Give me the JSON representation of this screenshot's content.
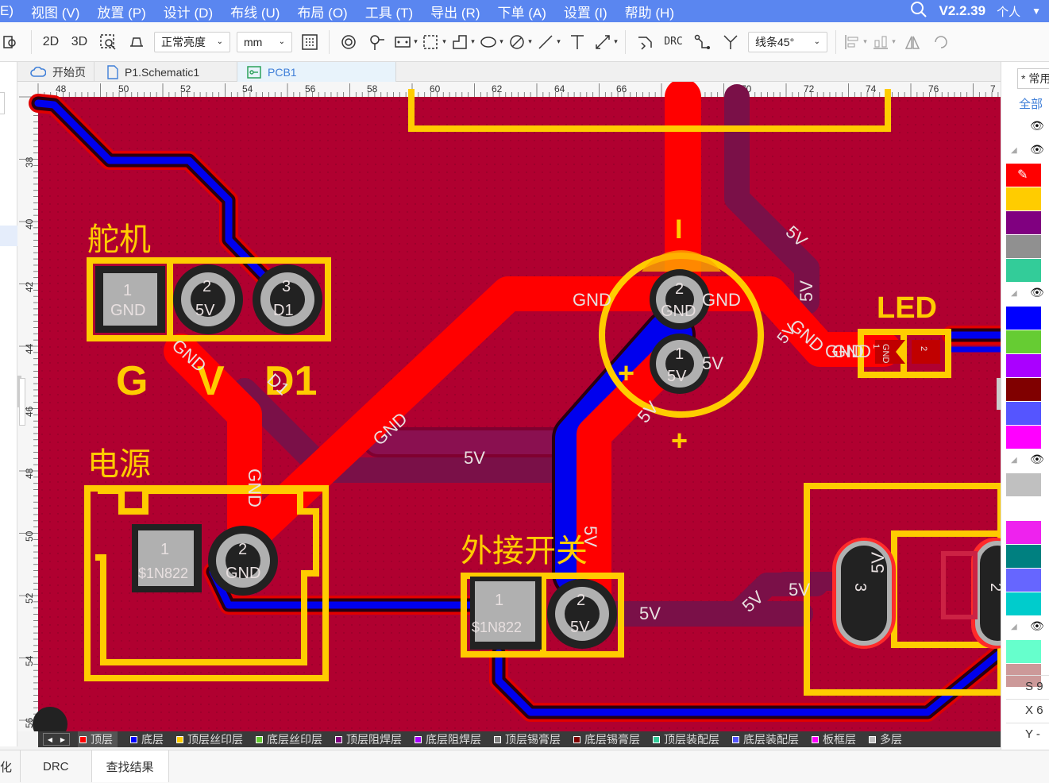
{
  "menu": {
    "items": [
      "E)",
      "视图 (V)",
      "放置 (P)",
      "设计 (D)",
      "布线 (U)",
      "布局 (O)",
      "工具 (T)",
      "导出 (R)",
      "下单 (A)",
      "设置 (I)",
      "帮助 (H)"
    ],
    "version": "V2.2.39",
    "user": "个人"
  },
  "toolbar": {
    "btn_2d": "2D",
    "btn_3d": "3D",
    "brightness": "正常亮度",
    "unit": "mm",
    "drc": "DRC",
    "line_mode": "线条45°"
  },
  "tabs": [
    {
      "label": "开始页"
    },
    {
      "label": "P1.Schematic1"
    },
    {
      "label": "PCB1"
    }
  ],
  "ruler": {
    "x_ticks": [
      "48",
      "50",
      "52",
      "54",
      "56",
      "58",
      "60",
      "62",
      "64",
      "66",
      "68",
      "70",
      "72",
      "74",
      "76",
      "7"
    ],
    "y_ticks": [
      "38",
      "40",
      "42",
      "44",
      "46",
      "48",
      "50",
      "52",
      "54",
      "56"
    ]
  },
  "pcb": {
    "labels": {
      "servo": "舵机",
      "power": "电源",
      "ext_switch": "外接开关",
      "led": "LED",
      "g": "G",
      "v": "V",
      "d1": "D1",
      "plus1": "+",
      "plus2": "+",
      "minus": "I"
    },
    "nets": {
      "gnd": "GND",
      "v5": "5V",
      "d1": "D1",
      "s1n822": "$1N822"
    },
    "pads": {
      "n1": "1",
      "n2": "2",
      "n3": "3"
    }
  },
  "layers": [
    {
      "name": "顶层",
      "color": "#ff0000"
    },
    {
      "name": "底层",
      "color": "#0000ff"
    },
    {
      "name": "顶层丝印层",
      "color": "#ffcc00"
    },
    {
      "name": "底层丝印层",
      "color": "#66cc33"
    },
    {
      "name": "顶层阻焊层",
      "color": "#800080"
    },
    {
      "name": "底层阻焊层",
      "color": "#aa00ff"
    },
    {
      "name": "顶层锡膏层",
      "color": "#808080"
    },
    {
      "name": "底层锡膏层",
      "color": "#800000"
    },
    {
      "name": "顶层装配层",
      "color": "#33cc99"
    },
    {
      "name": "底层装配层",
      "color": "#5555ff"
    },
    {
      "name": "板框层",
      "color": "#ff00ff"
    },
    {
      "name": "多层",
      "color": "#c0c0c0"
    }
  ],
  "bottom_tabs": [
    "化",
    "DRC",
    "查找结果"
  ],
  "right_panel": {
    "tab": "* 常用",
    "all": "全部",
    "swatches": [
      "#ff0000",
      "#ffcc00",
      "#800080",
      "#909090",
      "#33cc99",
      "#0000ff",
      "#66cc33",
      "#aa00ff",
      "#800000",
      "#5555ff",
      "#ff00ff",
      "#c0c0c0",
      "#ffffff",
      "#ee22ee",
      "#008080",
      "#6666ff",
      "#00cccc",
      "#66ffcc",
      "#cc9999"
    ],
    "coords": [
      {
        "label": "S",
        "value": "9"
      },
      {
        "label": "X",
        "value": "6"
      },
      {
        "label": "Y",
        "value": "-"
      }
    ]
  }
}
